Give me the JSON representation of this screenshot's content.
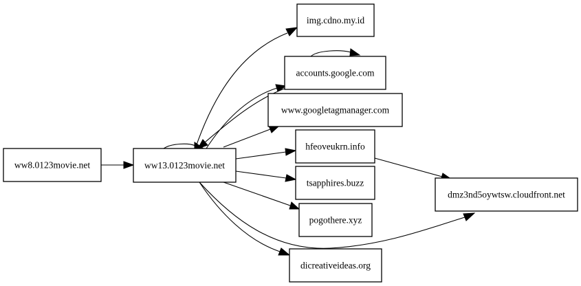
{
  "graph": {
    "nodes": [
      {
        "id": "ww8",
        "label": "ww8.0123movie.net"
      },
      {
        "id": "ww13",
        "label": "ww13.0123movie.net"
      },
      {
        "id": "img",
        "label": "img.cdno.my.id"
      },
      {
        "id": "accounts",
        "label": "accounts.google.com"
      },
      {
        "id": "gtm",
        "label": "www.googletagmanager.com"
      },
      {
        "id": "hfeo",
        "label": "hfeoveukrn.info"
      },
      {
        "id": "tsap",
        "label": "tsapphires.buzz"
      },
      {
        "id": "pogo",
        "label": "pogothere.xyz"
      },
      {
        "id": "dicr",
        "label": "dicreativeideas.org"
      },
      {
        "id": "dmz",
        "label": "dmz3nd5oywtsw.cloudfront.net"
      }
    ],
    "edges": [
      {
        "from": "ww8",
        "to": "ww13"
      },
      {
        "from": "ww13",
        "to": "ww13"
      },
      {
        "from": "ww13",
        "to": "img"
      },
      {
        "from": "ww13",
        "to": "accounts"
      },
      {
        "from": "accounts",
        "to": "accounts"
      },
      {
        "from": "accounts",
        "to": "ww13"
      },
      {
        "from": "ww13",
        "to": "gtm"
      },
      {
        "from": "ww13",
        "to": "hfeo"
      },
      {
        "from": "ww13",
        "to": "tsap"
      },
      {
        "from": "ww13",
        "to": "pogo"
      },
      {
        "from": "ww13",
        "to": "dicr"
      },
      {
        "from": "ww13",
        "to": "dmz"
      },
      {
        "from": "hfeo",
        "to": "dmz"
      }
    ]
  }
}
